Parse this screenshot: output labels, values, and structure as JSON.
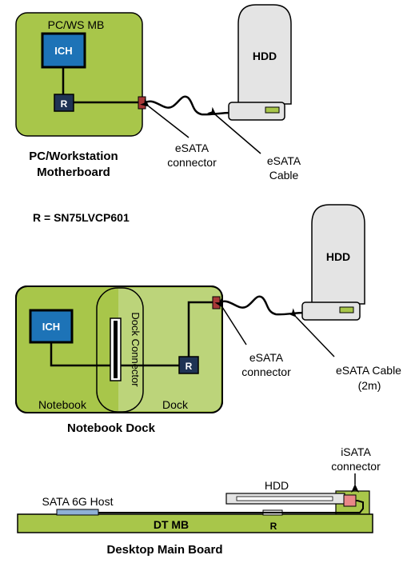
{
  "diagram1": {
    "mb_label": "PC/WS MB",
    "ich": "ICH",
    "r": "R",
    "hdd": "HDD",
    "connector_label_1": "eSATA",
    "connector_label_2": "connector",
    "cable_label_1": "eSATA",
    "cable_label_2": "Cable",
    "caption_1": "PC/Workstation",
    "caption_2": "Motherboard"
  },
  "legend": "R = SN75LVCP601",
  "diagram2": {
    "ich": "ICH",
    "r": "R",
    "hdd": "HDD",
    "dock_connector": "Dock Connector",
    "notebook": "Notebook",
    "dock": "Dock",
    "connector_label_1": "eSATA",
    "connector_label_2": "connector",
    "cable_label_1": "eSATA Cable",
    "cable_label_2": "(2m)",
    "caption": "Notebook Dock"
  },
  "diagram3": {
    "host": "SATA  6G Host",
    "hdd": "HDD",
    "isata_1": "iSATA",
    "isata_2": "connector",
    "board": "DT MB",
    "r": "R",
    "caption": "Desktop Main Board"
  },
  "colors": {
    "board_green": "#a8c64a",
    "dock_green": "#bcd47a",
    "ich_blue": "#1d73b7",
    "r_navy": "#1f3354",
    "connector_red": "#a83838",
    "hdd_gray": "#e4e4e4",
    "led_green": "#a8c64a",
    "host_blue": "#8fb1d6",
    "isata_pink": "#e88888"
  }
}
